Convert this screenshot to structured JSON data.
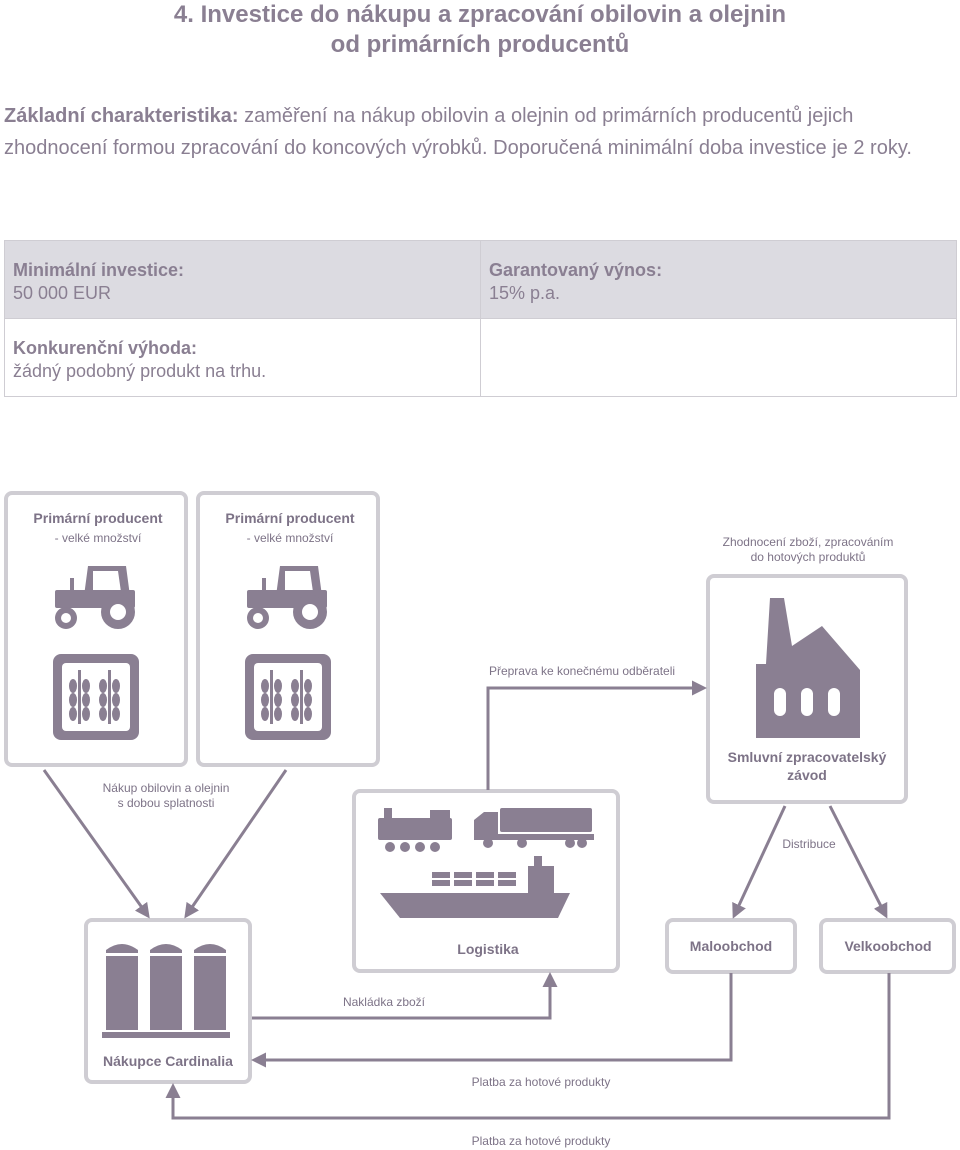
{
  "title_line1": "4. Investice do nákupu a zpracování obilovin a olejnin",
  "title_line2": "od primárních producentů",
  "intro": {
    "label": "Základní charakteristika:",
    "text": " zaměření na nákup obilovin a olejnin od primárních producentů jejich zhodnocení formou zpracování do koncových výrobků. Doporučená minimální doba investice je 2 roky."
  },
  "info_table": {
    "min_investment_label": "Minimální investice:",
    "min_investment_value": "50 000 EUR",
    "guaranteed_yield_label": "Garantovaný výnos:",
    "guaranteed_yield_value": "15% p.a.",
    "advantage_label": "Konkurenční výhoda:",
    "advantage_value": "žádný podobný produkt na trhu."
  },
  "diagram": {
    "producer1_title": "Primární producent",
    "producer1_sub": "- velké množství",
    "producer2_title": "Primární producent",
    "producer2_sub": "- velké množství",
    "purchase_line1": "Nákup obilovin a olejnin",
    "purchase_line2": "s dobou splatnosti",
    "buyer_label": "Nákupce Cardinalia",
    "logistics_label": "Logistika",
    "loading_label": "Nakládka zboží",
    "transport_label": "Přeprava ke konečnému odběrateli",
    "processing_note_line1": "Zhodnocení zboží, zpracováním",
    "processing_note_line2": "do hotových produktů",
    "plant_line1": "Smluvní zpracovatelský",
    "plant_line2": "závod",
    "distribution_label": "Distribuce",
    "retail_label": "Maloobchod",
    "wholesale_label": "Velkoobchod",
    "payment1_label": "Platba za hotové produkty",
    "payment2_label": "Platba za hotové produkty"
  },
  "colors": {
    "accent": "#8a7f92",
    "table_header_bg": "#dcdbe1",
    "box_border": "#cfcdd3"
  }
}
